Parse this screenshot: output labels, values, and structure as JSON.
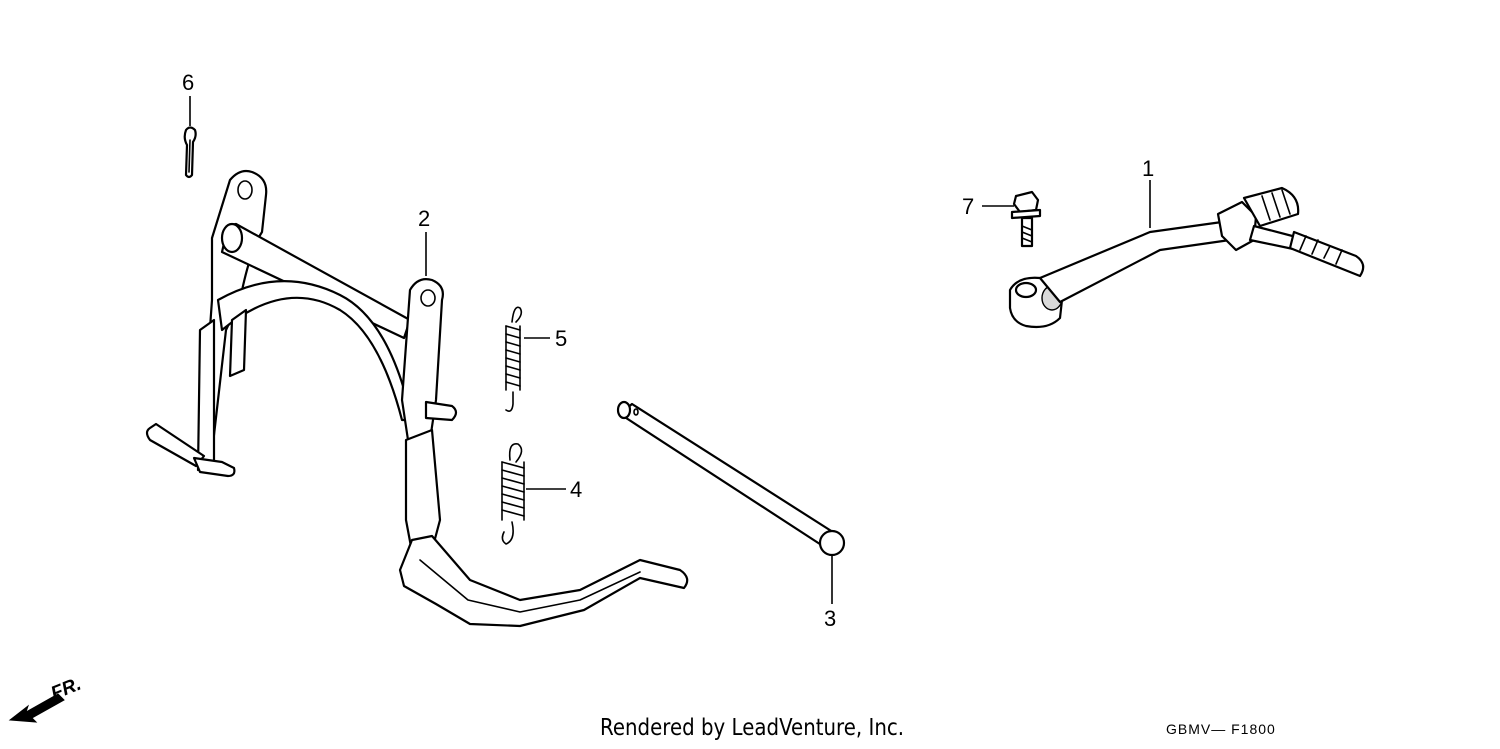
{
  "callouts": [
    {
      "id": "1",
      "label": "1"
    },
    {
      "id": "2",
      "label": "2"
    },
    {
      "id": "3",
      "label": "3"
    },
    {
      "id": "4",
      "label": "4"
    },
    {
      "id": "5",
      "label": "5"
    },
    {
      "id": "6",
      "label": "6"
    },
    {
      "id": "7",
      "label": "7"
    }
  ],
  "direction_marker": {
    "text": "FR.",
    "icon": "front-direction-arrow-icon"
  },
  "footer": {
    "credit": "Rendered by LeadVenture, Inc.",
    "diagram_code": "GBMV— F1800"
  }
}
